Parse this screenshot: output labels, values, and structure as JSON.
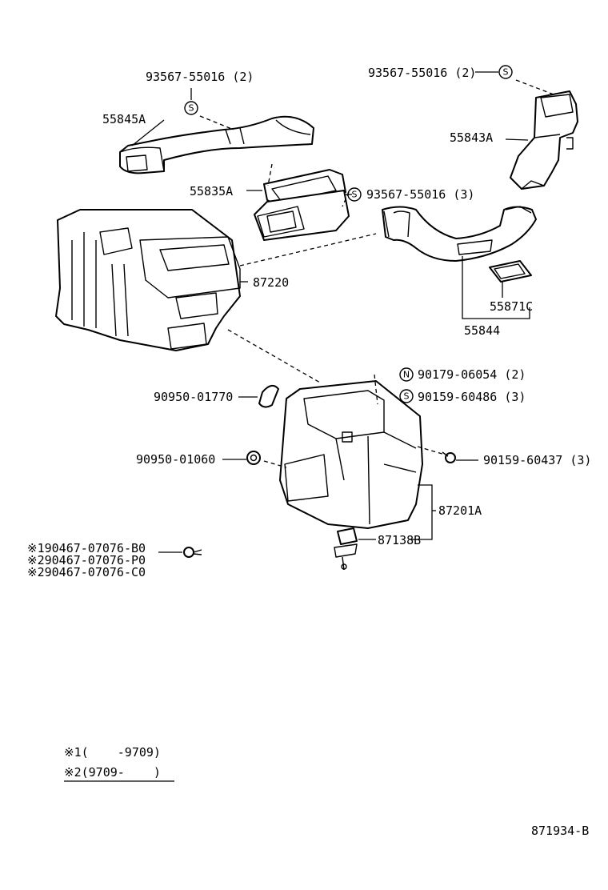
{
  "labels": {
    "screw_left_qty": "93567-55016 (2)",
    "duct_left": "55845A",
    "screw_right_qty": "93567-55016 (2)",
    "duct_right": "55843A",
    "packing": "55835A",
    "screw_mid_qty": "93567-55016 (3)",
    "heater_case": "87220",
    "pad": "55871C",
    "duct_center": "55844",
    "nut_qty": "90179-06054 (2)",
    "screw_s_qty": "90159-60486 (3)",
    "grommet_a": "90950-01770",
    "grommet_b": "90950-01060",
    "screw_side_qty": "90159-60437 (3)",
    "unit_case": "87201A",
    "resistor": "87138B",
    "fastener_1": "※190467-07076-B0",
    "fastener_2": "※290467-07076-P0",
    "fastener_3": "※290467-07076-C0"
  },
  "legend": {
    "line_1": "※1(    -9709)",
    "line_2": "※2(9709-    )"
  },
  "diagram_code": "871934-B",
  "symbols": {
    "s": "S",
    "n": "N"
  }
}
